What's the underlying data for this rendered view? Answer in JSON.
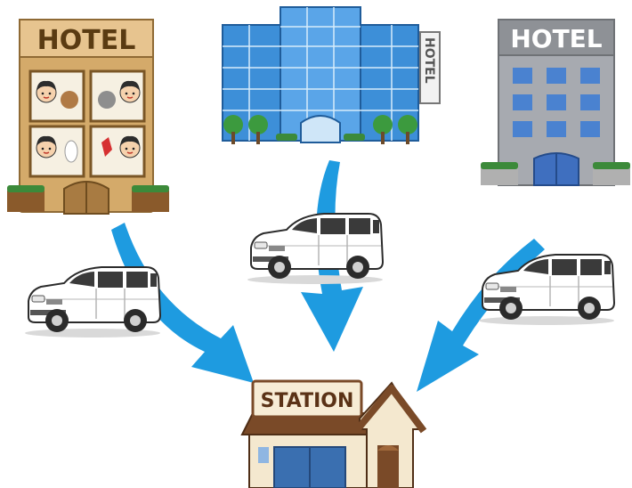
{
  "hotels": {
    "left": {
      "sign": "HOTEL"
    },
    "center": {
      "sign": "HOTEL"
    },
    "right": {
      "sign": "HOTEL"
    }
  },
  "station": {
    "sign": "STATION"
  },
  "colors": {
    "arrow": "#1e9be0",
    "hotel_left_body": "#d4aa6a",
    "hotel_center_glass": "#3d8fd8",
    "hotel_right_body": "#a7aab0",
    "station_roof": "#7a4a28",
    "station_wall": "#f4e8cf",
    "car_body": "#ffffff"
  },
  "icons": {
    "hotel_left": "family-hotel-icon",
    "hotel_center": "glass-tower-hotel-icon",
    "hotel_right": "business-hotel-icon",
    "station": "station-building-icon",
    "vehicle": "minivan-icon",
    "arrow": "curved-arrow-icon"
  }
}
